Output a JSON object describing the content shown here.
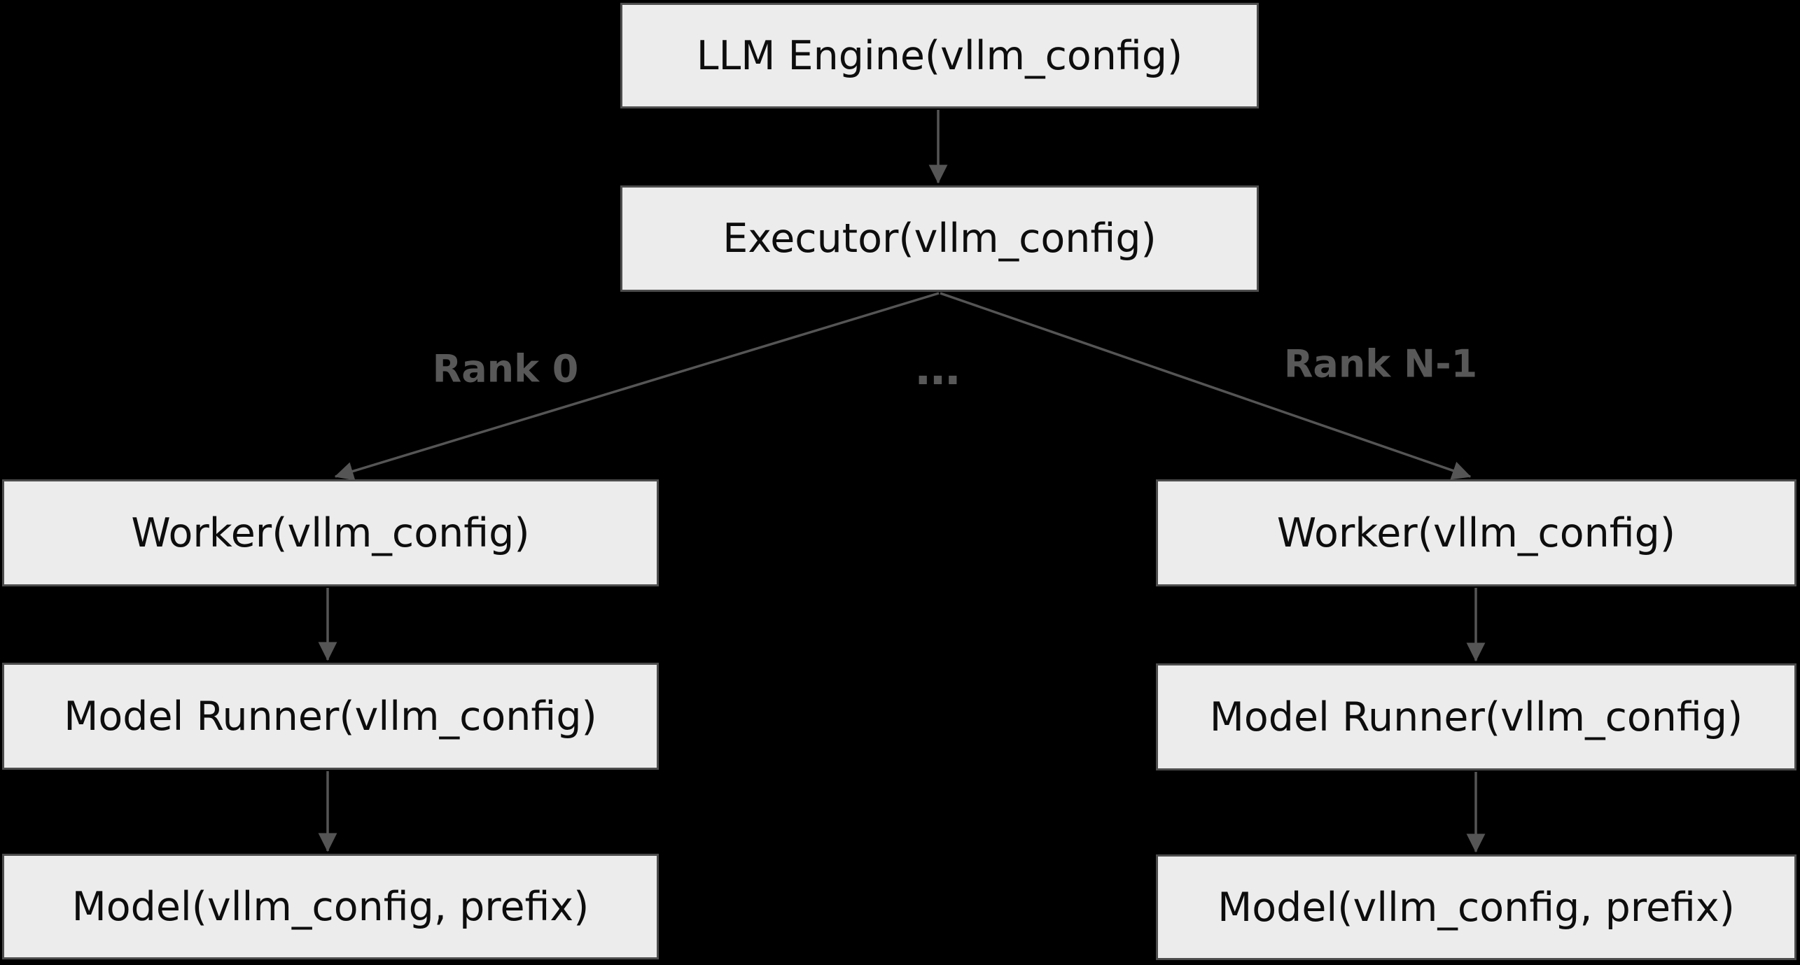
{
  "palette": {
    "background": "#000000",
    "node_fill": "#ececec",
    "node_border": "#4d4d4d",
    "node_text": "#0d0d0d",
    "edge": "#555555",
    "edge_label": "#585858"
  },
  "nodes": {
    "llm_engine": "LLM Engine(vllm_config)",
    "executor": "Executor(vllm_config)",
    "worker_left": "Worker(vllm_config)",
    "model_runner_left": "Model Runner(vllm_config)",
    "model_left": "Model(vllm_config, prefix)",
    "worker_right": "Worker(vllm_config)",
    "model_runner_right": "Model Runner(vllm_config)",
    "model_right": "Model(vllm_config, prefix)"
  },
  "edge_labels": {
    "rank_0": "Rank 0",
    "ellipsis": "…",
    "rank_n_minus_1": "Rank N-1"
  }
}
